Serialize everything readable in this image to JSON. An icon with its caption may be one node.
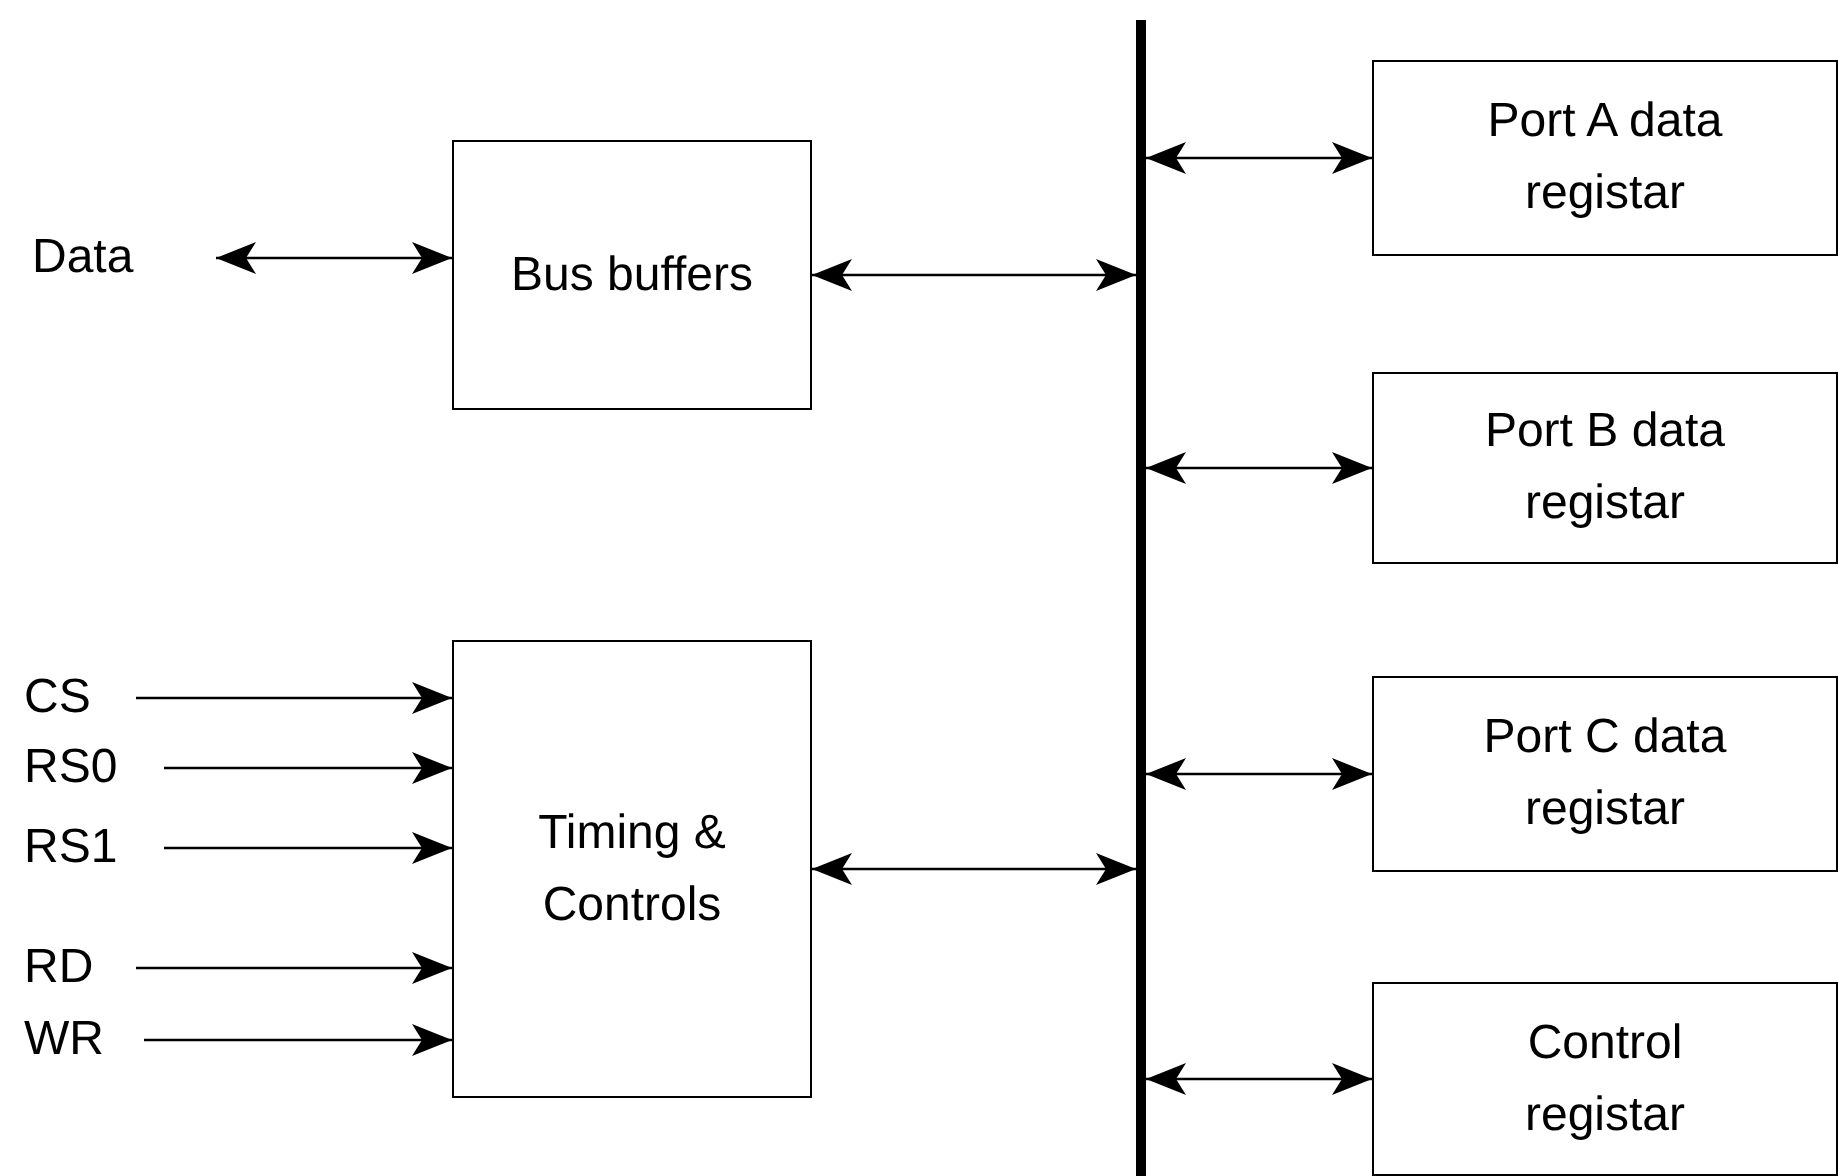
{
  "diagram": {
    "nodes": [
      {
        "text": [
          "Data"
        ]
      },
      {
        "text": [
          "Bus buffers"
        ]
      },
      {
        "text": [
          "Timing & Controls"
        ]
      },
      {
        "text": [],
        "shape": "bar"
      },
      {
        "text": [
          "Port A data registar"
        ]
      },
      {
        "text": [
          "Port B data registar"
        ]
      },
      {
        "text": [
          "Port C data registar"
        ]
      },
      {
        "text": [
          "Control registar"
        ]
      },
      {
        "text": [
          "CS"
        ]
      },
      {
        "text": [
          "RS0"
        ]
      },
      {
        "text": [
          "RS1"
        ]
      },
      {
        "text": [
          "RD"
        ]
      },
      {
        "text": [
          "WR"
        ]
      }
    ],
    "edges": [
      {
        "from": 0,
        "to": 1,
        "arrow": "both"
      },
      {
        "from": 1,
        "to": 3,
        "arrow": "both"
      },
      {
        "from": 2,
        "to": 3,
        "arrow": "both"
      },
      {
        "from": 3,
        "to": 4,
        "arrow": "both"
      },
      {
        "from": 3,
        "to": 5,
        "arrow": "both"
      },
      {
        "from": 3,
        "to": 6,
        "arrow": "both"
      },
      {
        "from": 3,
        "to": 7,
        "arrow": "both"
      },
      {
        "from": 8,
        "to": 2,
        "arrow": "to"
      },
      {
        "from": 9,
        "to": 2,
        "arrow": "to"
      },
      {
        "from": 10,
        "to": 2,
        "arrow": "to"
      },
      {
        "from": 11,
        "to": 2,
        "arrow": "to"
      },
      {
        "from": 12,
        "to": 2,
        "arrow": "to"
      }
    ]
  }
}
